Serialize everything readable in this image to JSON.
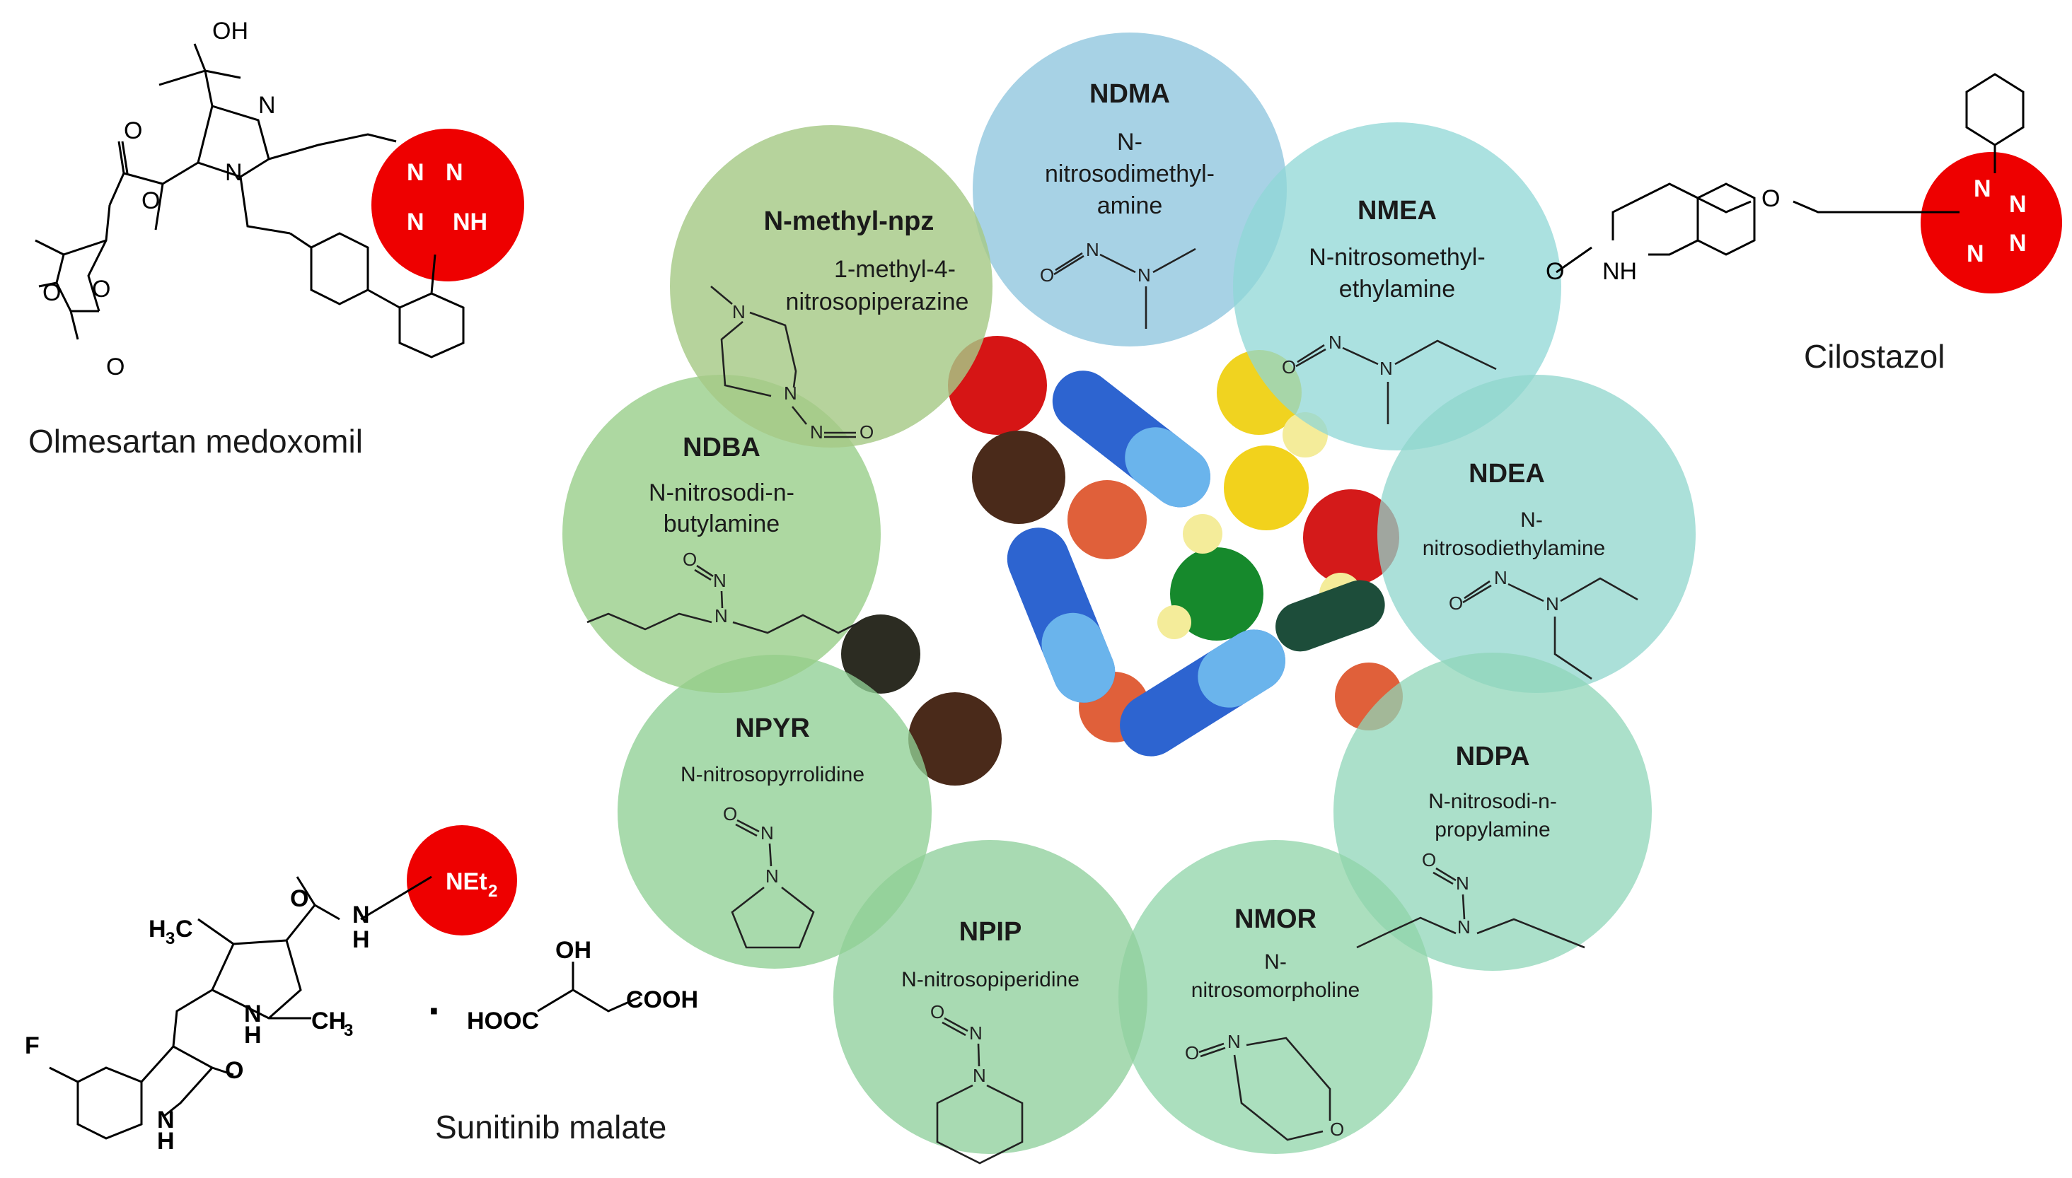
{
  "colors": {
    "blue": "#8ec5de",
    "teal": "#8fd7d6",
    "teal2": "#8fd6cc",
    "green": "#8fcf95",
    "green2": "#9bcf8a",
    "olive": "#a6c986",
    "highlight": "#ee0000"
  },
  "nitrosamines": [
    {
      "abbr": "NDMA",
      "name_lines": [
        "N-",
        "nitrosodimethyl-",
        "amine"
      ],
      "color": "#8ec5de"
    },
    {
      "abbr": "NMEA",
      "name_lines": [
        "N-nitrosomethyl-",
        "ethylamine"
      ],
      "color": "#8fd7d6"
    },
    {
      "abbr": "NDEA",
      "name_lines": [
        "N-",
        "nitrosodiethylamine"
      ],
      "color": "#8fd6cc"
    },
    {
      "abbr": "NDPA",
      "name_lines": [
        "N-nitrosodi-n-",
        "propylamine"
      ],
      "color": "#8fd6b8"
    },
    {
      "abbr": "NMOR",
      "name_lines": [
        "N-",
        "nitrosomorpholine"
      ],
      "color": "#8fd4a8"
    },
    {
      "abbr": "NPIP",
      "name_lines": [
        "N-nitrosopiperidine"
      ],
      "color": "#8fd09c"
    },
    {
      "abbr": "NPYR",
      "name_lines": [
        "N-nitrosopyrrolidine"
      ],
      "color": "#8fcf95"
    },
    {
      "abbr": "NDBA",
      "name_lines": [
        "N-nitrosodi-n-",
        "butylamine"
      ],
      "color": "#96cd86"
    },
    {
      "abbr": "N-methyl-npz",
      "name_lines": [
        "1-methyl-4-",
        "nitrosopiperazine"
      ],
      "color": "#a6c986"
    }
  ],
  "drugs": {
    "olmesartan": "Olmesartan medoxomil",
    "cilostazol": "Cilostazol",
    "sunitinib": "Sunitinib malate"
  },
  "atoms": {
    "N": "N",
    "O": "O",
    "OH": "OH",
    "NH": "NH",
    "H": "H",
    "F": "F",
    "NEt2": "NEt",
    "sub2": "2",
    "H3C": "H",
    "sub3": "3",
    "C": "C",
    "CH": "CH",
    "HOOC": "HOOC",
    "COOH": "COOH",
    "dot": "·"
  }
}
